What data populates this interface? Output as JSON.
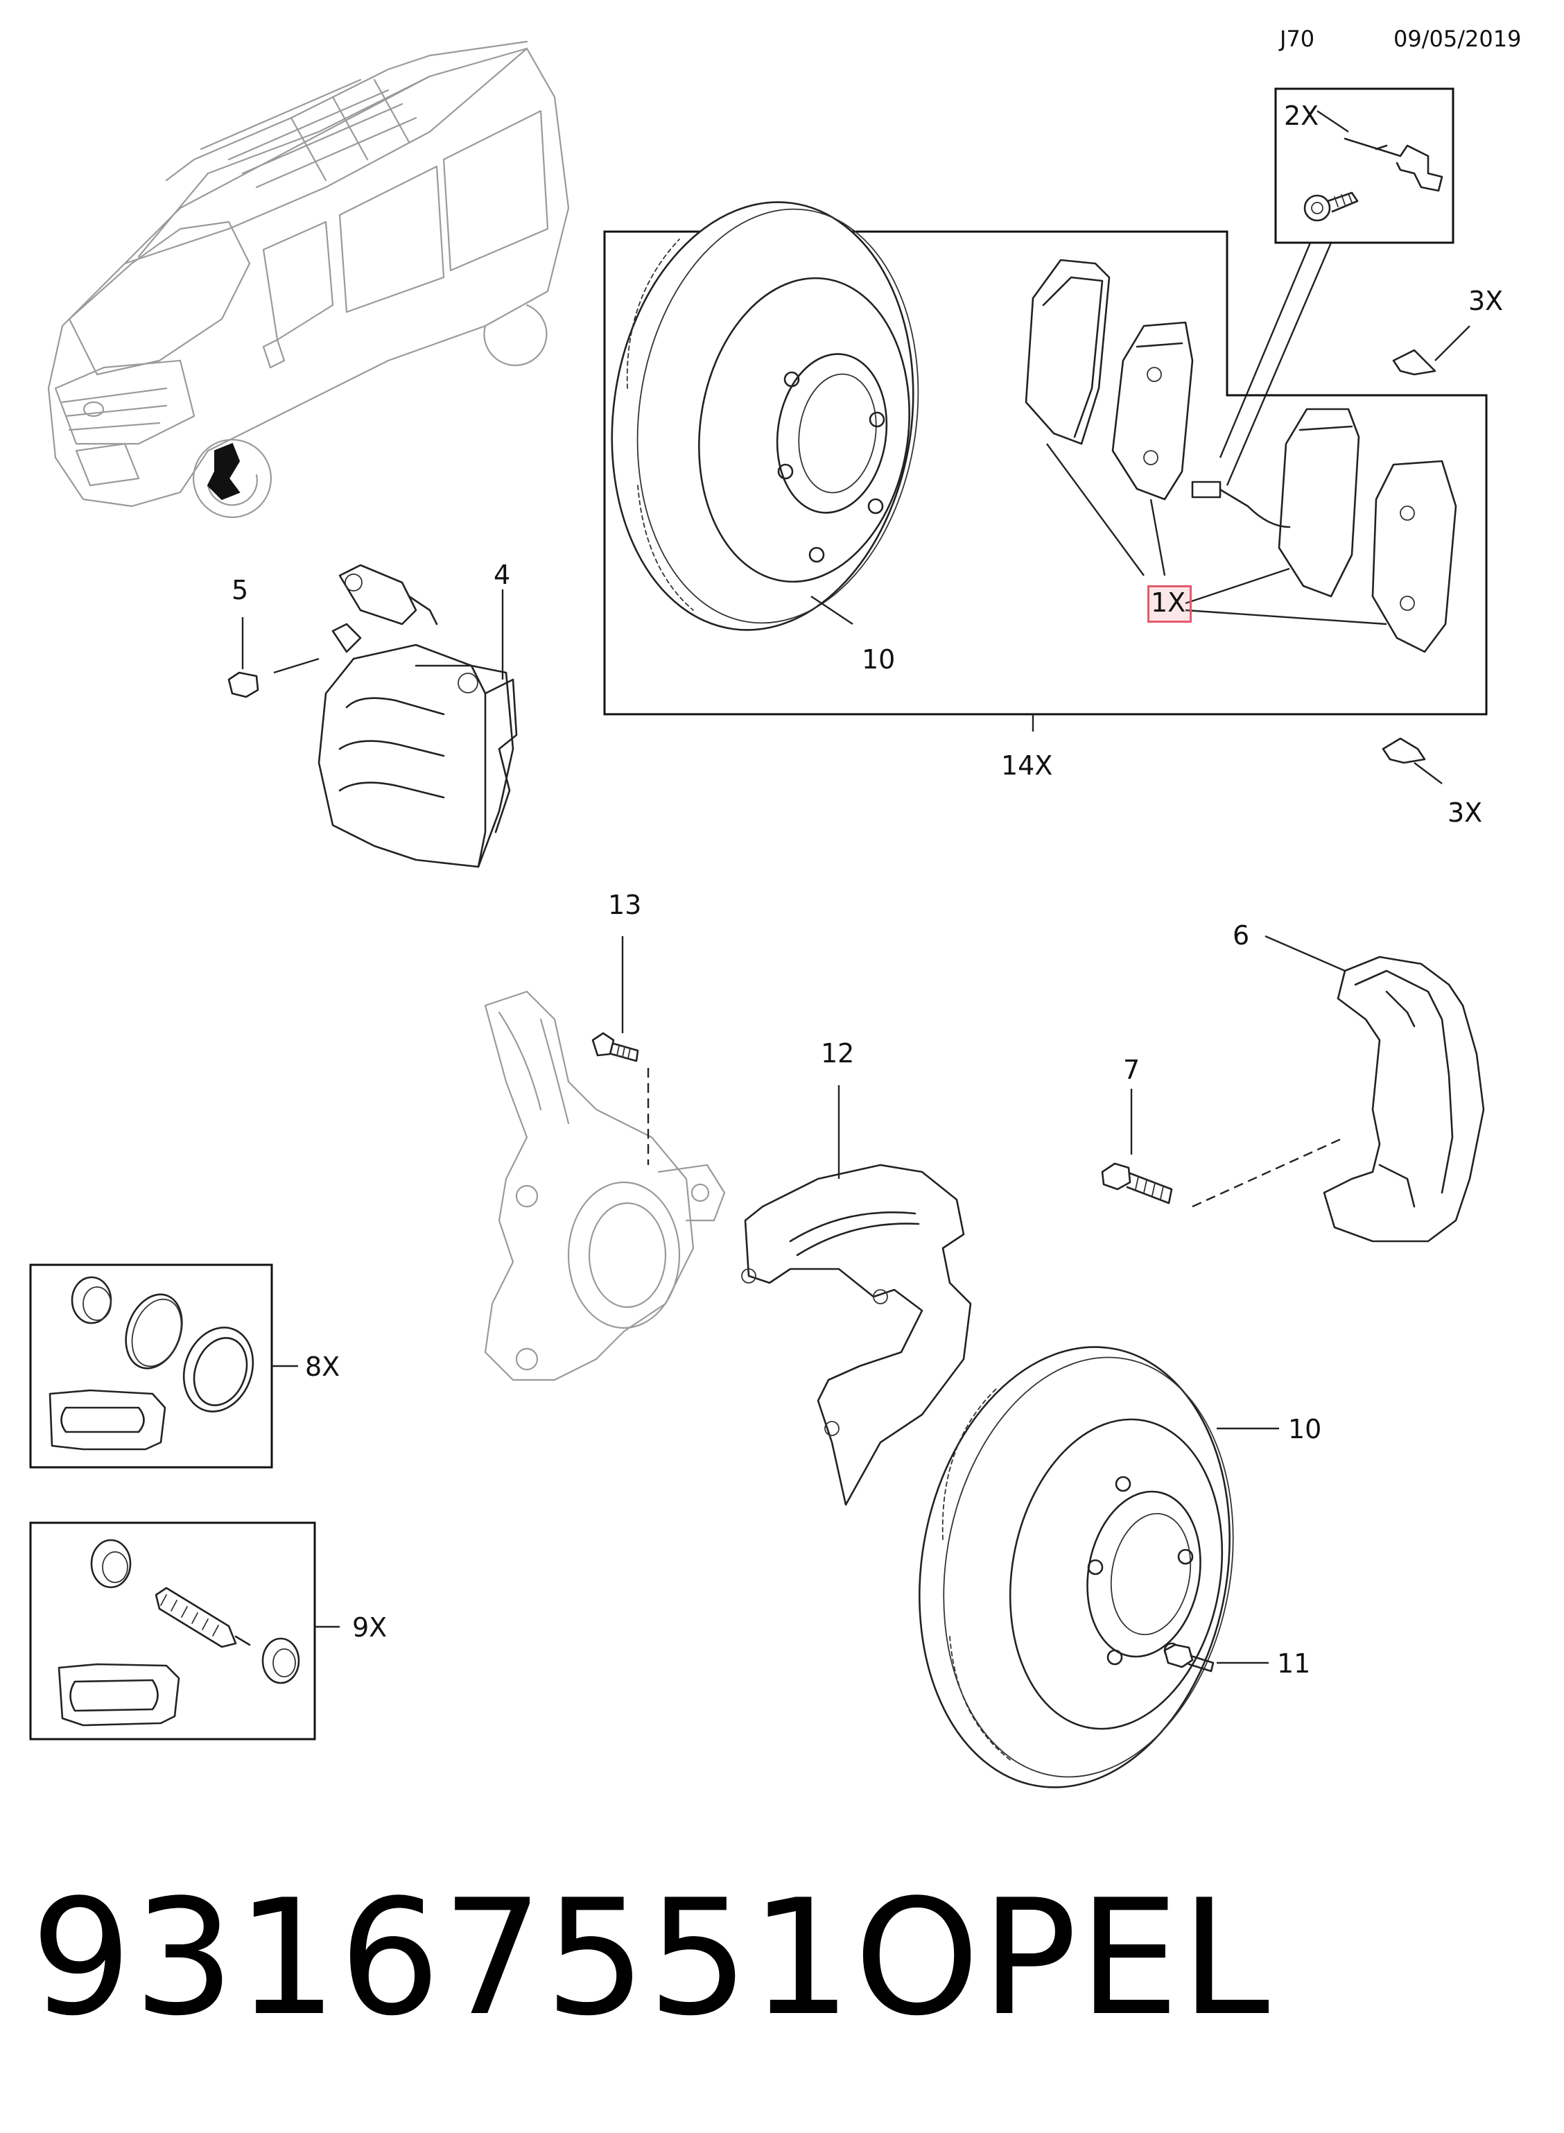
{
  "header": {
    "code": "J70",
    "date": "09/05/2019"
  },
  "part_number": "93167551",
  "brand": "OPEL",
  "callouts": {
    "c2x": "2X",
    "c3x_top": "3X",
    "c3x_bottom": "3X",
    "c1x": "1X",
    "c14x": "14X",
    "c10_top": "10",
    "c10_bottom": "10",
    "c4": "4",
    "c5": "5",
    "c6": "6",
    "c7": "7",
    "c8x": "8X",
    "c9x": "9X",
    "c11": "11",
    "c12": "12",
    "c13": "13"
  },
  "icons": {
    "van": "van-illustration",
    "rotor": "brake-disc-rotor",
    "pads": "brake-pad-set",
    "caliper": "brake-caliper",
    "knuckle": "steering-knuckle",
    "shield": "splash-shield",
    "carrier": "caliper-carrier-bracket",
    "seal_kit": "caliper-seal-kit",
    "guide_kit": "guide-pin-kit",
    "wear_sensor": "wear-sensor",
    "spring_clip": "spring-clip"
  },
  "colors": {
    "highlight": "#e35a6a",
    "line": "#222222"
  }
}
